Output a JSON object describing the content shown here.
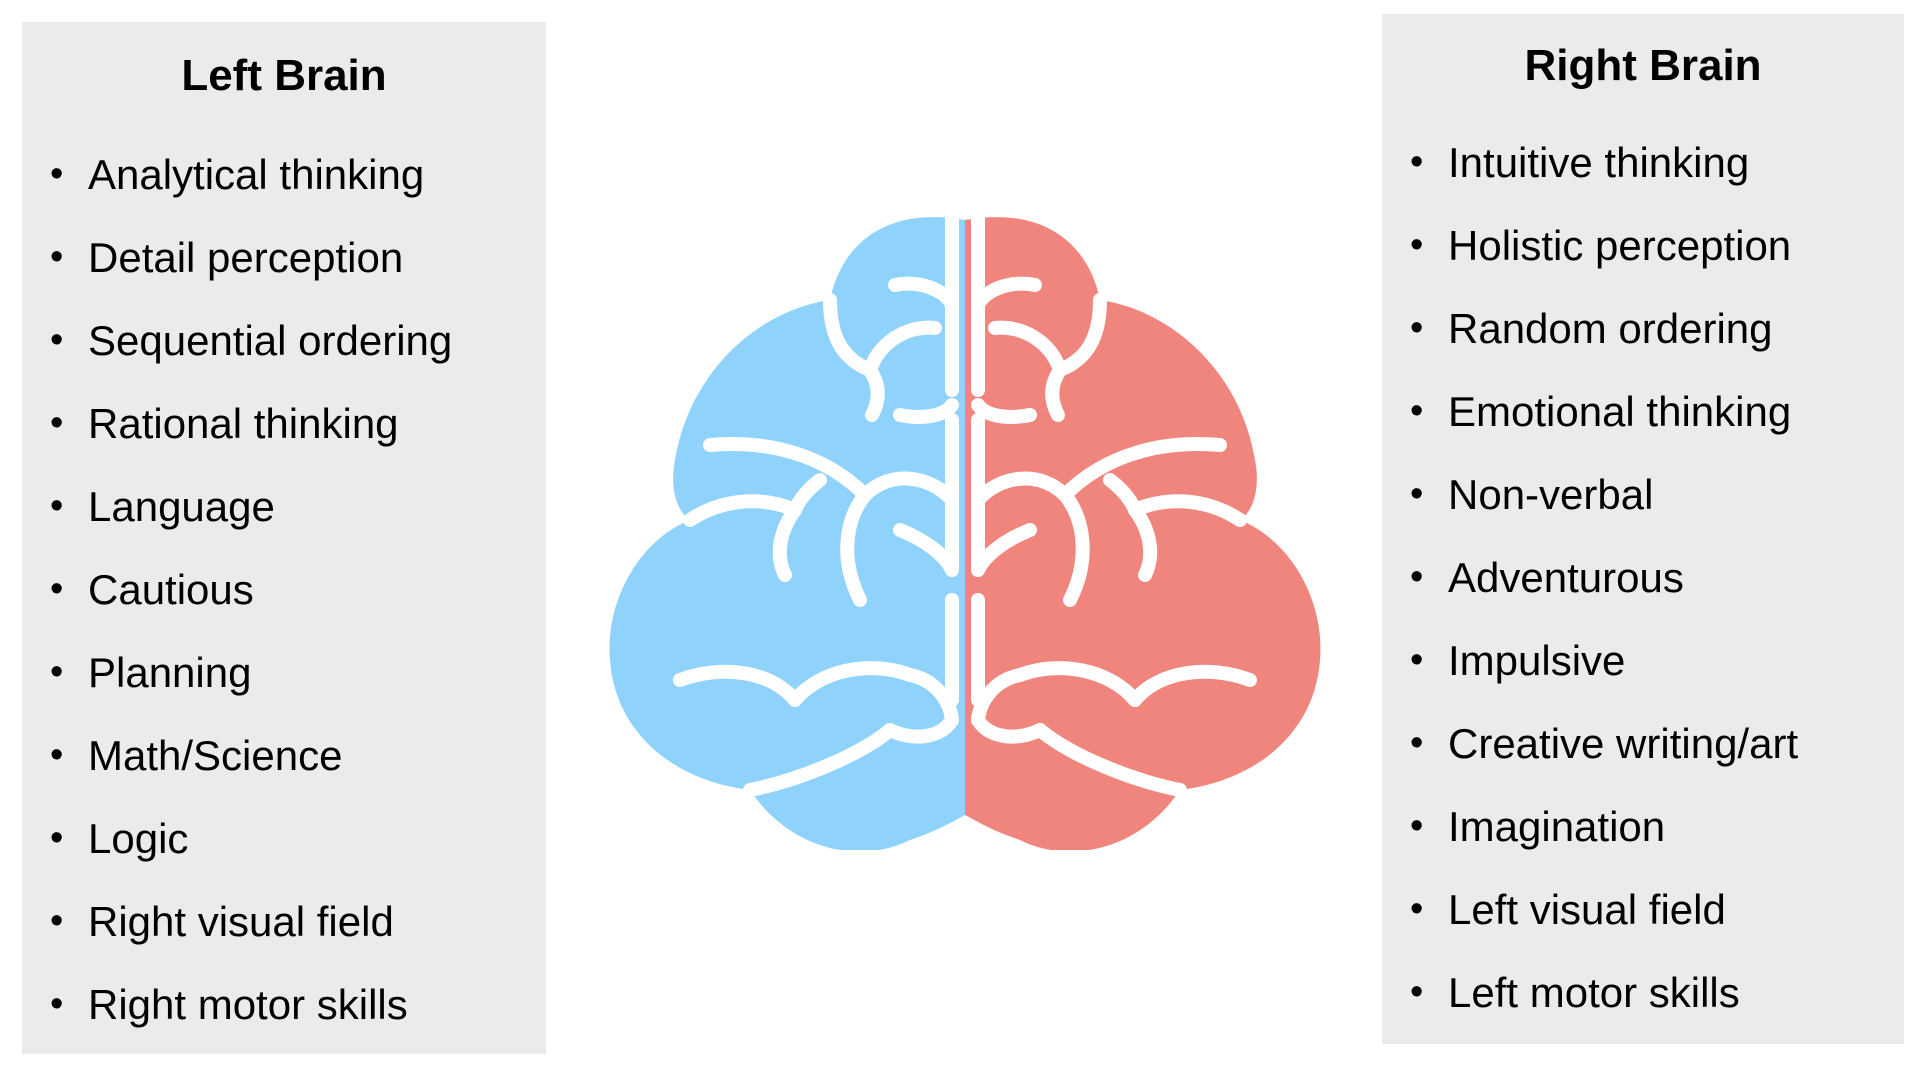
{
  "left_panel": {
    "title": "Left Brain",
    "items": [
      "Analytical thinking",
      "Detail perception",
      "Sequential ordering",
      "Rational thinking",
      "Language",
      "Cautious",
      "Planning",
      "Math/Science",
      "Logic",
      "Right visual field",
      "Right motor skills"
    ]
  },
  "right_panel": {
    "title": "Right Brain",
    "items": [
      "Intuitive thinking",
      "Holistic perception",
      "Random ordering",
      "Emotional thinking",
      "Non-verbal",
      "Adventurous",
      "Impulsive",
      "Creative writing/art",
      "Imagination",
      "Left visual field",
      "Left motor skills"
    ]
  },
  "colors": {
    "panel_background": "#ebebeb",
    "left_hemisphere": "#8fd3fc",
    "right_hemisphere": "#f0857e",
    "fold_lines": "#ffffff"
  },
  "icons": {
    "brain": "brain-icon",
    "bullet": "bullet-dot"
  }
}
